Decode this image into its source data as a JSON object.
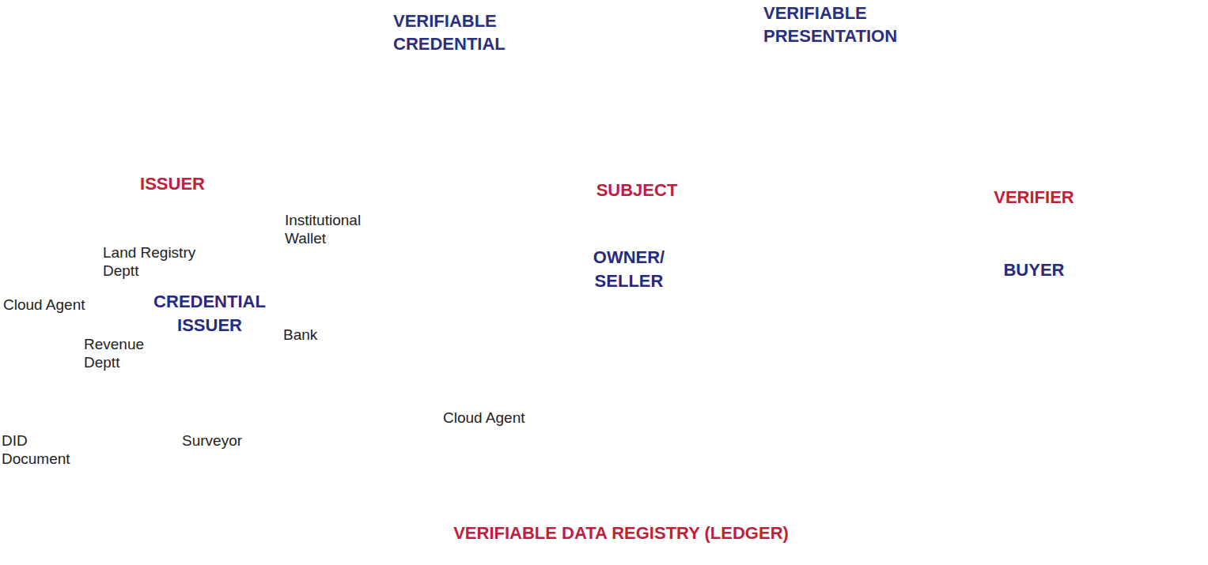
{
  "diagram": {
    "nodes": [
      {
        "text": [
          "ISSUER"
        ]
      },
      {
        "text": [
          "CREDENTIAL ISSUER"
        ],
        "in": 0
      },
      {
        "text": [
          "SUBJECT"
        ]
      },
      {
        "text": [
          "OWNER/ SELLER"
        ],
        "in": 2
      },
      {
        "text": [
          "VERIFIER"
        ]
      },
      {
        "text": [
          "BUYER"
        ],
        "in": 4
      },
      {
        "text": [
          "VERIFIABLE DATA REGISTRY (LEDGER)"
        ]
      }
    ],
    "edges": [
      {
        "from": 0,
        "to": 2,
        "label": "VERIFIABLE CREDENTIAL",
        "arrow": "none"
      },
      {
        "from": 2,
        "to": 4,
        "label": "VERIFIABLE PRESENTATION",
        "arrow": "none"
      },
      {
        "from": 0,
        "to": 6,
        "arrow": "none"
      },
      {
        "from": 2,
        "to": 6,
        "arrow": "none"
      }
    ],
    "labels": [
      "Land Registry Deptt",
      "Cloud Agent",
      "Revenue Deptt",
      "Bank",
      "Surveyor",
      "DID Document",
      "Institutional Wallet",
      "Cloud Agent"
    ]
  }
}
